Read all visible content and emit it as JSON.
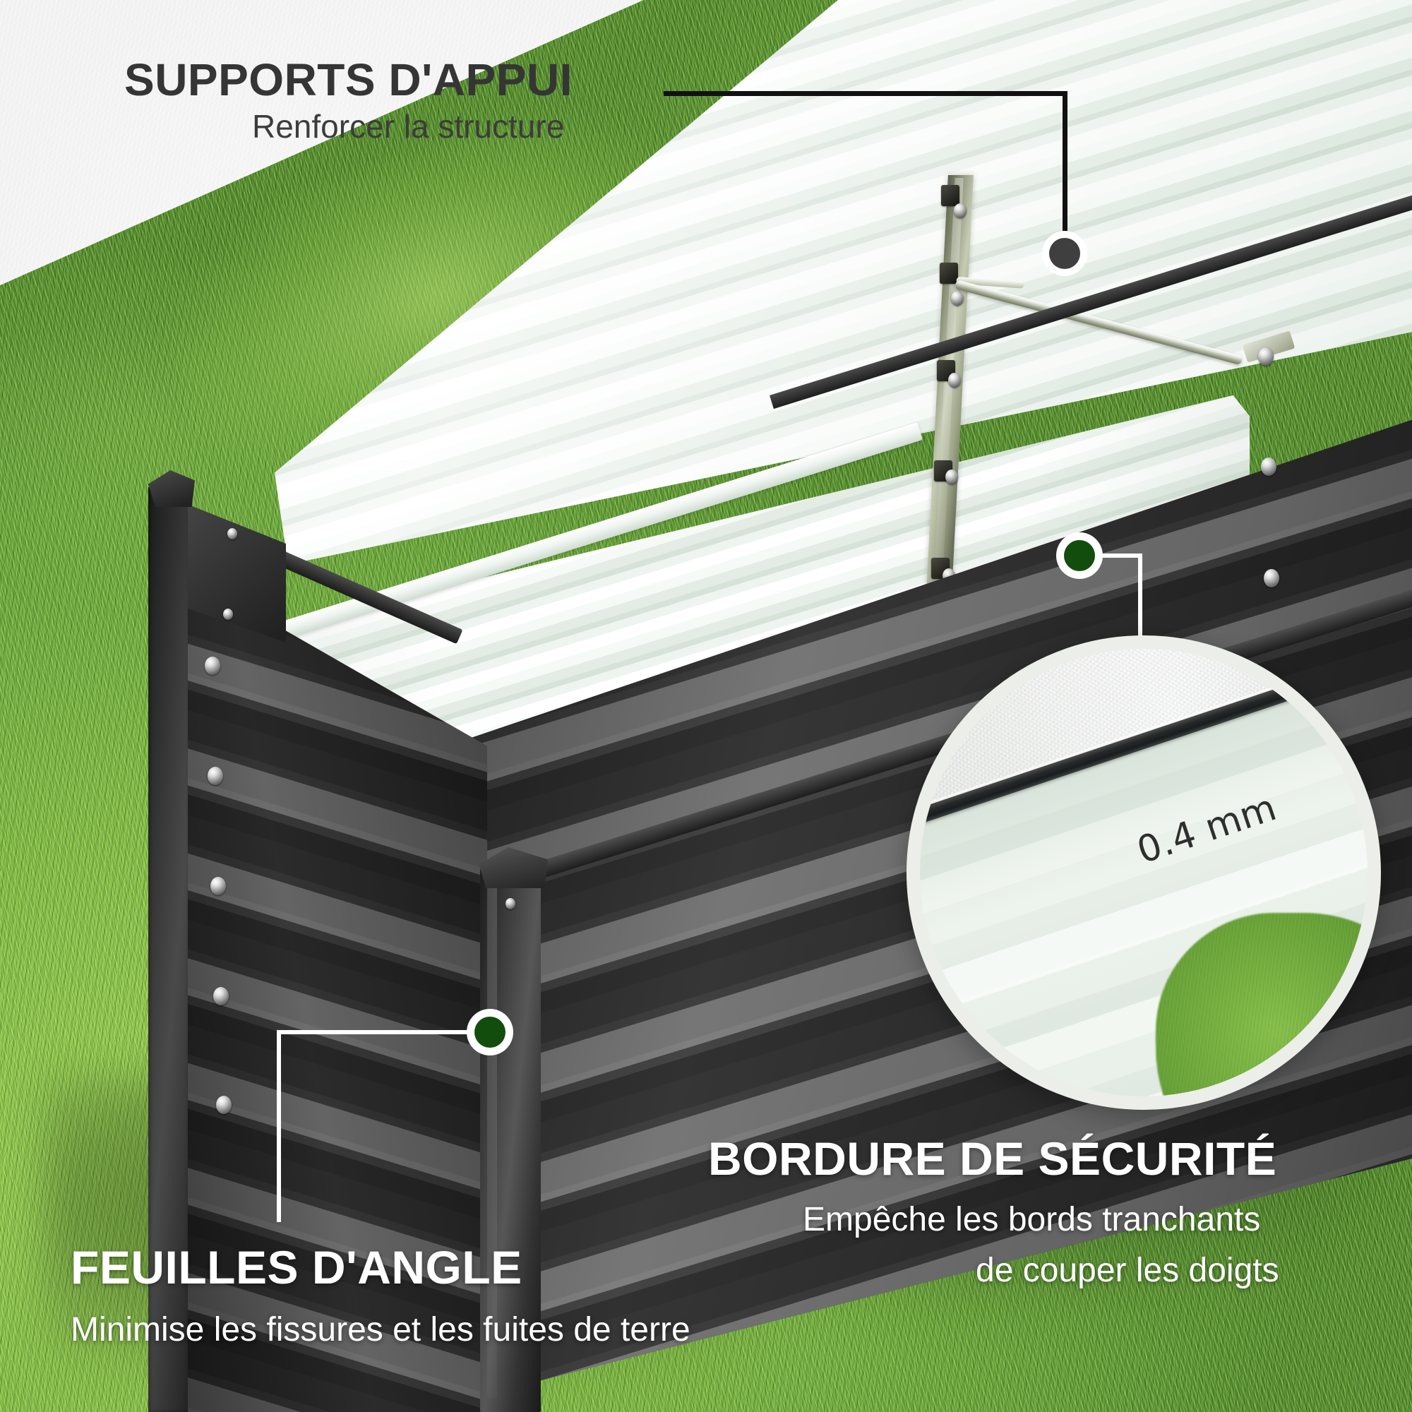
{
  "background": {
    "wall_color": "#f0f0f0",
    "grass_color": "#6fae33",
    "panel_dark_color": "#2e2e2e",
    "panel_light_color": "#eef4ef",
    "accent_dot_green": "#124d0d",
    "accent_dot_dark": "#3f3f3f"
  },
  "callouts": [
    {
      "id": "supports",
      "title": "SUPPORTS D'APPUI",
      "subtitle": "Renforcer la structure",
      "style": "dark-on-light",
      "dot_color": "#3f3f3f",
      "leader_color": "#111111"
    },
    {
      "id": "bordure",
      "title": "BORDURE DE SÉCURITÉ",
      "subtitle_line1": "Empêche les bords tranchants",
      "subtitle_line2": "de couper les doigts",
      "style": "light-on-dark",
      "dot_color": "#124d0d",
      "leader_color": "#ffffff"
    },
    {
      "id": "feuilles",
      "title": "FEUILLES D'ANGLE",
      "subtitle": "Minimise les fissures et les fuites de terre",
      "style": "light-on-dark",
      "dot_color": "#124d0d",
      "leader_color": "#ffffff"
    }
  ],
  "magnifier": {
    "thickness_label": "0.4 mm",
    "border_color": "#eceee9"
  }
}
